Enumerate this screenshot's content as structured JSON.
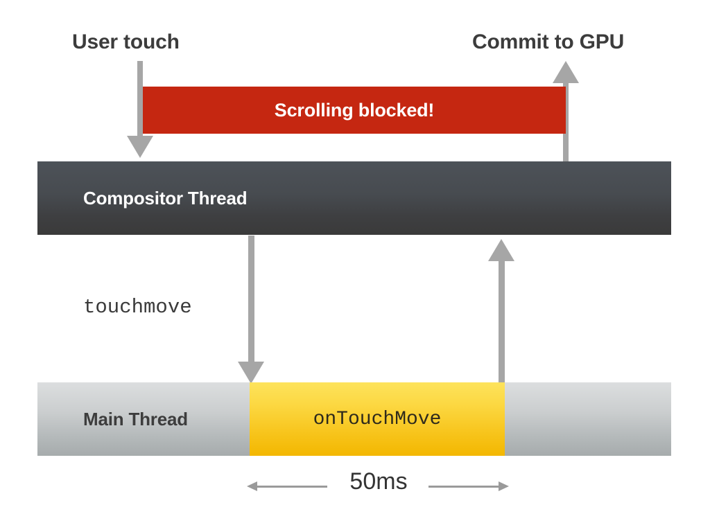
{
  "diagram": {
    "title_labels": {
      "user_touch": "User touch",
      "commit_to_gpu": "Commit to GPU"
    },
    "blocked_banner": {
      "text": "Scrolling blocked!",
      "color": "#c52711",
      "text_color": "#ffffff"
    },
    "threads": [
      {
        "id": "compositor",
        "label": "Compositor Thread",
        "color_top": "#4d5258",
        "color_bottom": "#3a3a3a",
        "text_color": "#ffffff"
      },
      {
        "id": "main",
        "label": "Main Thread",
        "color_top": "#dcdedf",
        "color_bottom": "#a6abac",
        "text_color": "#3d3d3d"
      }
    ],
    "task_block": {
      "label": "onTouchMove",
      "color_top": "#fde35c",
      "color_bottom": "#f3b700",
      "text_color": "#2e2a1c"
    },
    "event_label": "touchmove",
    "duration": {
      "label": "50ms",
      "value": 50,
      "unit": "ms"
    },
    "arrows": {
      "color": "#a6a6a6",
      "user_touch_down": "arrow-down",
      "commit_to_gpu_up": "arrow-up",
      "touchmove_down": "arrow-down",
      "return_up": "arrow-up",
      "dimension": "double-headed-arrow"
    }
  }
}
